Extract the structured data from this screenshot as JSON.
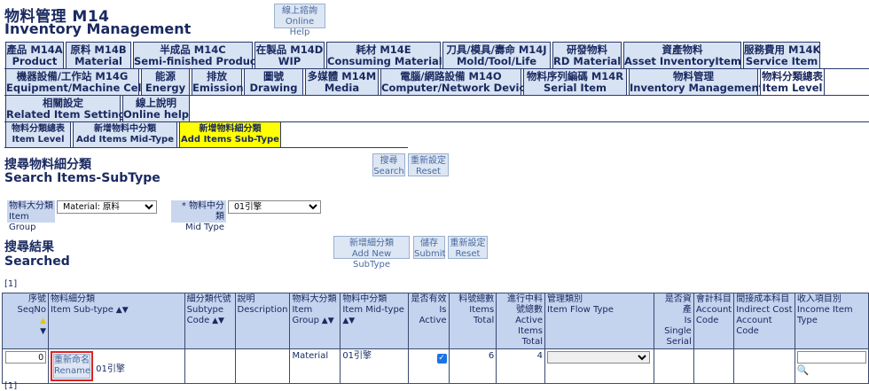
{
  "header": {
    "title_zh": "物料管理 M14",
    "title_en": "Inventory Management",
    "help_zh": "線上諮詢",
    "help_en": "Online Help"
  },
  "tabs_row1": [
    {
      "zh": "產品 M14A",
      "en": "Product"
    },
    {
      "zh": "原料 M14B",
      "en": "Material"
    },
    {
      "zh": "半成品 M14C",
      "en": "Semi-finished Product"
    },
    {
      "zh": "在製品 M14D",
      "en": "WIP"
    },
    {
      "zh": "耗材 M14E",
      "en": "Consuming Material"
    },
    {
      "zh": "刀具/模具/壽命 M14J",
      "en": "Mold/Tool/Life"
    },
    {
      "zh": "研發物料",
      "en": "RD Material"
    },
    {
      "zh": "資產物料",
      "en": "Asset InventoryItem"
    },
    {
      "zh": "服務費用 M14K",
      "en": "Service Item"
    }
  ],
  "tabs_row2": [
    {
      "zh": "機器設備/工作站 M14G",
      "en": "Equipment/Machine Cell"
    },
    {
      "zh": "能源",
      "en": "Energy"
    },
    {
      "zh": "排放",
      "en": "Emission"
    },
    {
      "zh": "圖號",
      "en": "Drawing"
    },
    {
      "zh": "多媒體 M14M",
      "en": "Media"
    },
    {
      "zh": "電腦/網路設備 M14O",
      "en": "Computer/Network Device"
    },
    {
      "zh": "物料序列編碼 M14R",
      "en": "Serial Item"
    },
    {
      "zh": "物料管理",
      "en": "Inventory Management"
    },
    {
      "zh": "物料分類總表",
      "en": "Item Level"
    }
  ],
  "tabs_row3": [
    {
      "zh": "相關設定",
      "en": "Related Item Setting"
    },
    {
      "zh": "線上說明",
      "en": "Online help"
    }
  ],
  "tabs_row4": [
    {
      "zh": "物料分類總表",
      "en": "Item Level"
    },
    {
      "zh": "新增物料中分類",
      "en": "Add Items Mid-Type"
    },
    {
      "zh": "新增物料細分類",
      "en": "Add Items Sub-Type"
    }
  ],
  "search": {
    "title_zh": "搜尋物料細分類",
    "title_en": "Search Items-SubType",
    "search_zh": "搜尋",
    "search_en": "Search",
    "reset_zh": "重新設定",
    "reset_en": "Reset",
    "group_label_zh": "物料大分類",
    "group_label_en": "Item Group",
    "group_value": "Material: 原料",
    "mid_label_zh": "* 物料中分類",
    "mid_label_en": "Mid Type",
    "mid_value": "01引擎"
  },
  "results": {
    "title_zh": "搜尋結果",
    "title_en": "Searched",
    "add_zh": "新增細分類",
    "add_en": "Add New SubType",
    "submit_zh": "儲存",
    "submit_en": "Submit",
    "reset_zh": "重新設定",
    "reset_en": "Reset",
    "pager_top": "[1]",
    "pager_bottom": "[1]"
  },
  "table": {
    "headers": [
      {
        "zh": "序號",
        "en": "SeqNo"
      },
      {
        "zh": "物料細分類",
        "en": "Item Sub-type"
      },
      {
        "zh": "細分類代號",
        "en": "Subtype Code"
      },
      {
        "zh": "說明",
        "en": "Description"
      },
      {
        "zh": "物料大分類",
        "en": "Item Group"
      },
      {
        "zh": "物料中分類",
        "en": "Item Mid-type"
      },
      {
        "zh": "是否有效",
        "en": "Is Active"
      },
      {
        "zh": "料號總數",
        "en": "Items Total"
      },
      {
        "zh": "進行中料號總數",
        "en": "Active Items Total"
      },
      {
        "zh": "管理類別",
        "en": "Item Flow Type"
      },
      {
        "zh": "是否資產",
        "en": "Is Single Serial"
      },
      {
        "zh": "會計科目",
        "en": "Account Code"
      },
      {
        "zh": "間接成本科目",
        "en": "Indirect Cost Account Code"
      },
      {
        "zh": "收入項目別",
        "en": "Income Item Type"
      }
    ],
    "row": {
      "seq": "0",
      "rename_zh": "重新命名",
      "rename_en": "Rename",
      "subtype": "01引擎",
      "group": "Material",
      "mid": "01引擎",
      "is_active": true,
      "items_total": "6",
      "active_total": "4"
    }
  }
}
